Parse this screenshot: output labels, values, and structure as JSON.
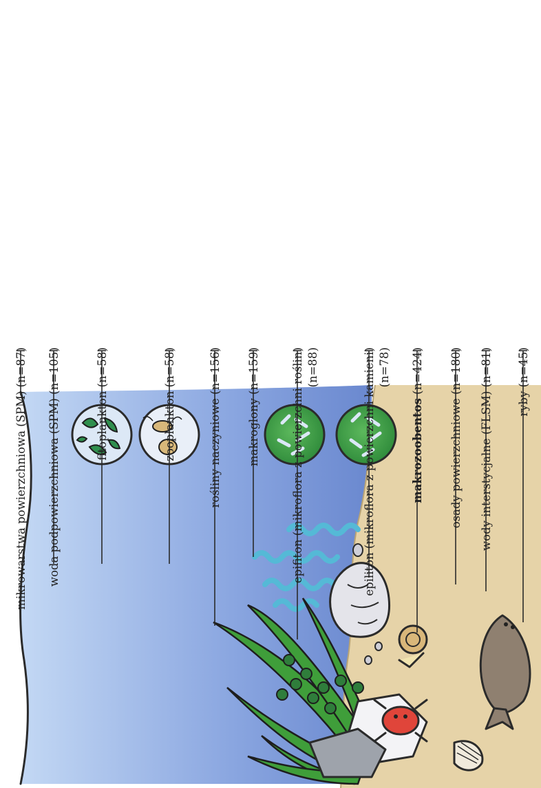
{
  "labels": [
    {
      "text": "mikrowarstwa powierzchniowa (SPM) (n=87)",
      "bold": false
    },
    {
      "text": "woda podpowierzchniowa (SPM) (n=105)",
      "bold": false
    },
    {
      "text": "fitoplankton (n=58)",
      "bold": false
    },
    {
      "text": "zooplankton (n=58)",
      "bold": false
    },
    {
      "text": "rośliny naczyniowe (n=156)",
      "bold": false
    },
    {
      "text": "makroglony (n=159)",
      "bold": false
    },
    {
      "text": "epifiton (mikroflora z powierzchni roślin)",
      "text2": "(n=88)",
      "bold": false
    },
    {
      "text": "epiliton (mikroflora z powierzchni kamieni)",
      "text2": "(n=78)",
      "bold": false
    },
    {
      "text": "makrozoobentos",
      "suffix": " (n=424)",
      "bold": true
    },
    {
      "text": "osady powierzchniowe (n=180)",
      "bold": false
    },
    {
      "text": "wody interstycjalne (FLSM) (n=81)",
      "bold": false
    },
    {
      "text": "ryby (n=45)",
      "bold": false
    }
  ],
  "colors": {
    "water_surface": "#bcd3f2",
    "water_deep": "#6f8fd0",
    "sediment": "#e6d3a8",
    "seagrass": "#3c9a3c",
    "microflora": "#3f9a3f"
  }
}
